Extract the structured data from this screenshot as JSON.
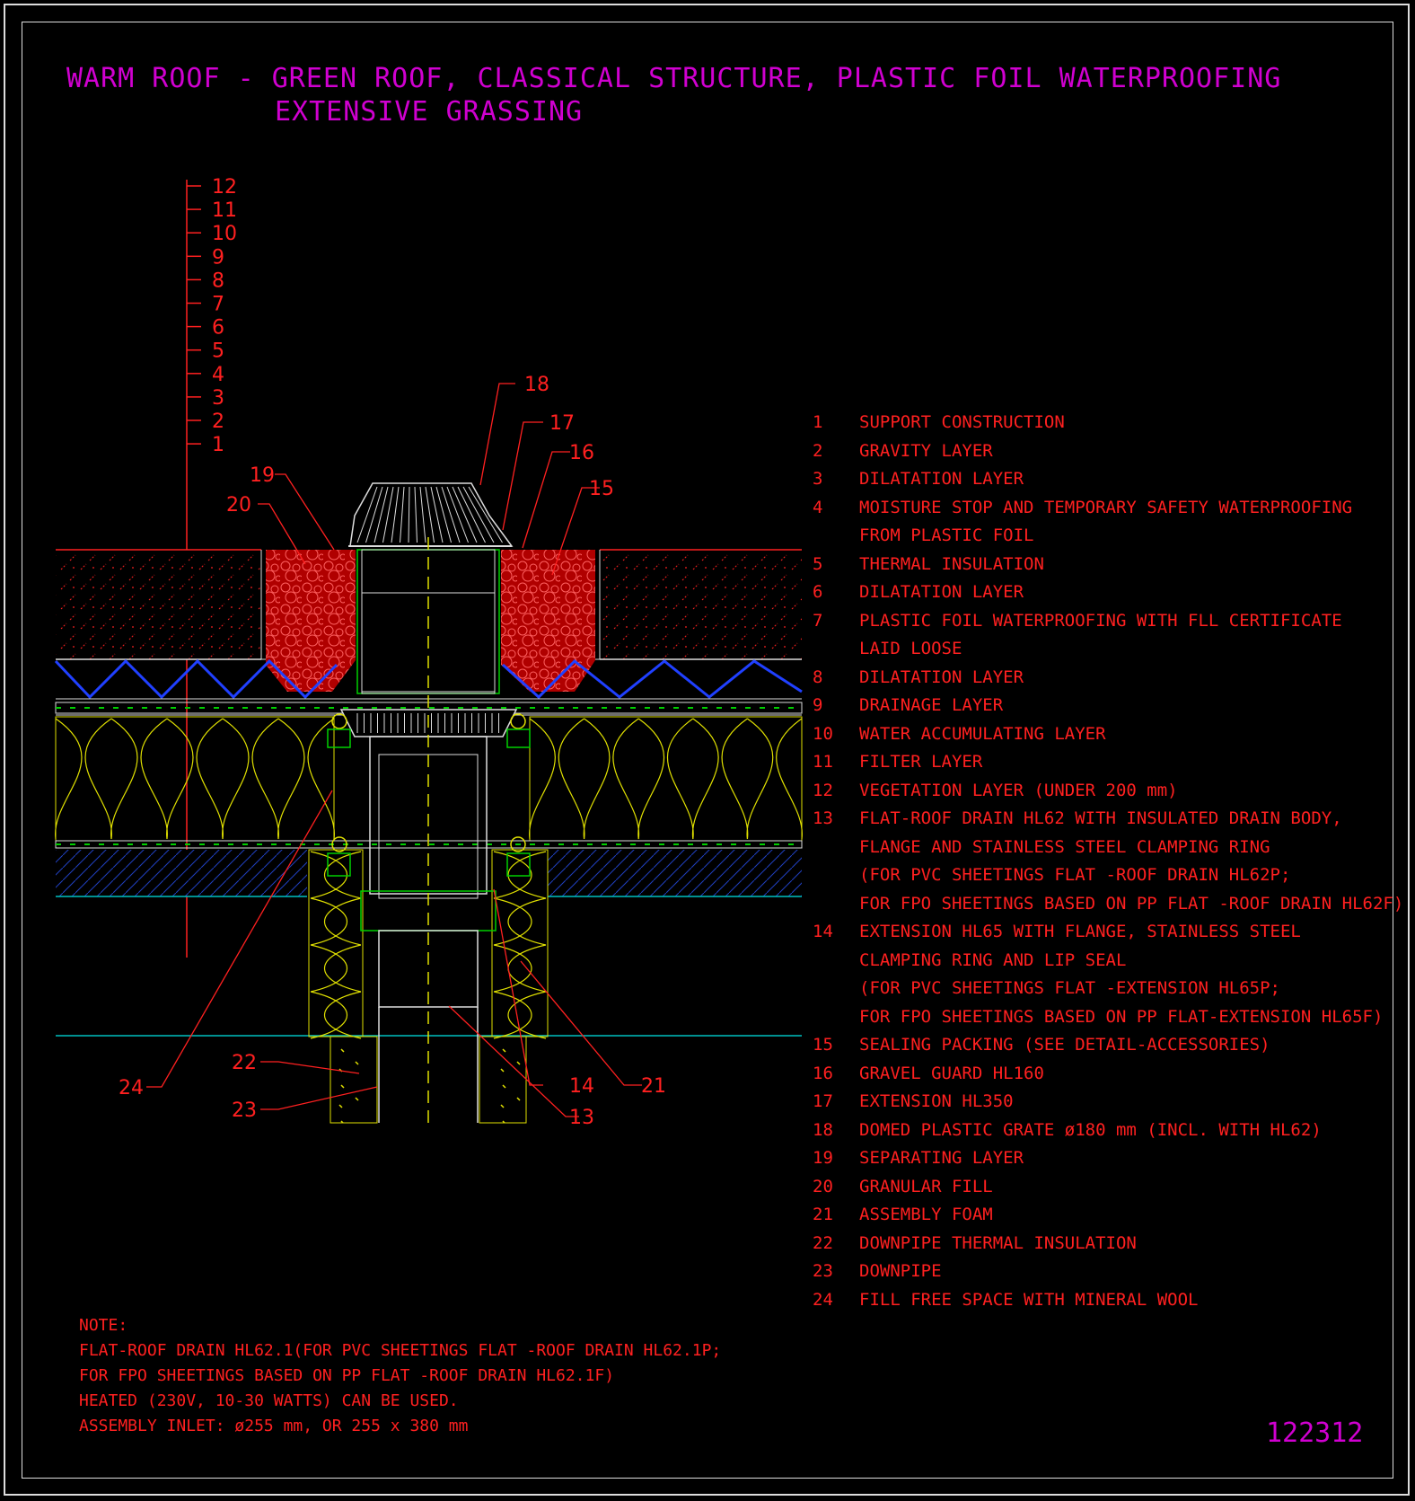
{
  "title": {
    "line1": "WARM ROOF - GREEN ROOF, CLASSICAL STRUCTURE, PLASTIC FOIL WATERPROOFING",
    "line2": "EXTENSIVE GRASSING"
  },
  "layer_scale": [
    "12",
    "11",
    "10",
    "9",
    "8",
    "7",
    "6",
    "5",
    "4",
    "3",
    "2",
    "1"
  ],
  "callouts": {
    "c18": "18",
    "c17": "17",
    "c16": "16",
    "c15": "15",
    "c19": "19",
    "c20": "20",
    "c22": "22",
    "c23": "23",
    "c24": "24",
    "c14": "14",
    "c21": "21",
    "c13": "13"
  },
  "legend": [
    {
      "num": "1",
      "text": "SUPPORT CONSTRUCTION"
    },
    {
      "num": "2",
      "text": "GRAVITY LAYER"
    },
    {
      "num": "3",
      "text": "DILATATION LAYER"
    },
    {
      "num": "4",
      "text": "MOISTURE STOP AND TEMPORARY SAFETY WATERPROOFING\nFROM PLASTIC FOIL"
    },
    {
      "num": "5",
      "text": "THERMAL INSULATION"
    },
    {
      "num": "6",
      "text": "DILATATION LAYER"
    },
    {
      "num": "7",
      "text": "PLASTIC FOIL WATERPROOFING WITH FLL CERTIFICATE\nLAID LOOSE"
    },
    {
      "num": "8",
      "text": "DILATATION LAYER"
    },
    {
      "num": "9",
      "text": "DRAINAGE LAYER"
    },
    {
      "num": "10",
      "text": "WATER ACCUMULATING LAYER"
    },
    {
      "num": "11",
      "text": "FILTER LAYER"
    },
    {
      "num": "12",
      "text": "VEGETATION LAYER (UNDER 200 mm)"
    },
    {
      "num": "13",
      "text": "FLAT-ROOF DRAIN HL62 WITH INSULATED DRAIN BODY,\nFLANGE AND STAINLESS STEEL CLAMPING RING\n(FOR PVC SHEETINGS FLAT -ROOF DRAIN HL62P;\nFOR FPO SHEETINGS BASED ON PP FLAT -ROOF DRAIN HL62F)"
    },
    {
      "num": "14",
      "text": "EXTENSION HL65 WITH FLANGE, STAINLESS STEEL\nCLAMPING RING AND LIP SEAL\n(FOR PVC SHEETINGS FLAT -EXTENSION HL65P;\nFOR FPO SHEETINGS BASED ON PP FLAT-EXTENSION HL65F)"
    },
    {
      "num": "15",
      "text": "SEALING PACKING (SEE DETAIL-ACCESSORIES)"
    },
    {
      "num": "16",
      "text": "GRAVEL GUARD HL160"
    },
    {
      "num": "17",
      "text": "EXTENSION HL350"
    },
    {
      "num": "18",
      "text": "DOMED PLASTIC GRATE ø180 mm (INCL. WITH HL62)"
    },
    {
      "num": "19",
      "text": "SEPARATING LAYER"
    },
    {
      "num": "20",
      "text": "GRANULAR FILL"
    },
    {
      "num": "21",
      "text": "ASSEMBLY FOAM"
    },
    {
      "num": "22",
      "text": "DOWNPIPE THERMAL INSULATION"
    },
    {
      "num": "23",
      "text": "DOWNPIPE"
    },
    {
      "num": "24",
      "text": "FILL FREE SPACE WITH MINERAL WOOL"
    }
  ],
  "note": {
    "heading": "NOTE:",
    "lines": "FLAT-ROOF DRAIN HL62.1(FOR PVC SHEETINGS FLAT -ROOF DRAIN HL62.1P;\nFOR FPO SHEETINGS BASED ON PP FLAT -ROOF DRAIN HL62.1F)\nHEATED (230V, 10-30 WATTS) CAN BE USED.\nASSEMBLY INLET: ø255 mm, OR 255 x 380 mm"
  },
  "drawing_code": "122312",
  "colors": {
    "title": "#d000d0",
    "annotation": "#ff2020",
    "insulation": "#e0e000",
    "membrane": "#00d000",
    "drainage": "#2040ff",
    "concrete_hatch": "#2040c0",
    "ceiling": "#00c0c0"
  }
}
